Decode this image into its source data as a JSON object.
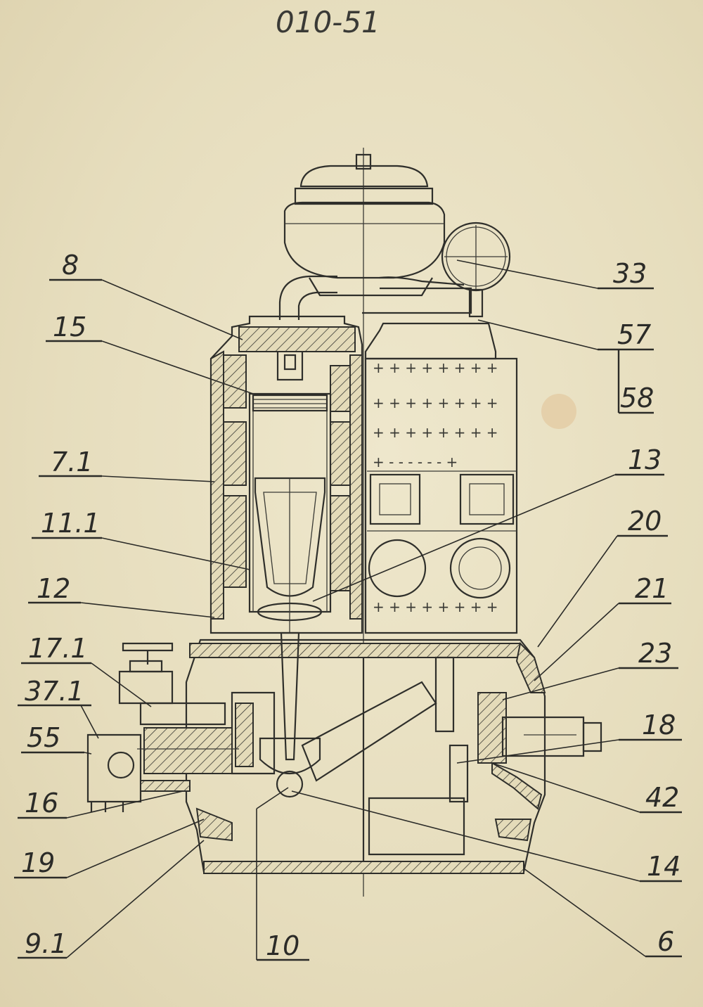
{
  "drawing": {
    "title": "010-51"
  },
  "labels_left": [
    "8",
    "15",
    "7.1",
    "11.1",
    "12",
    "17.1",
    "37.1",
    "55",
    "16",
    "19",
    "9.1"
  ],
  "labels_right": [
    "33",
    "57",
    "58",
    "13",
    "20",
    "21",
    "23",
    "18",
    "42",
    "14",
    "6"
  ],
  "labels_bottom": [
    "10"
  ],
  "colors": {
    "paper": "#e9e1c4",
    "ink": "#2f2f2b"
  }
}
